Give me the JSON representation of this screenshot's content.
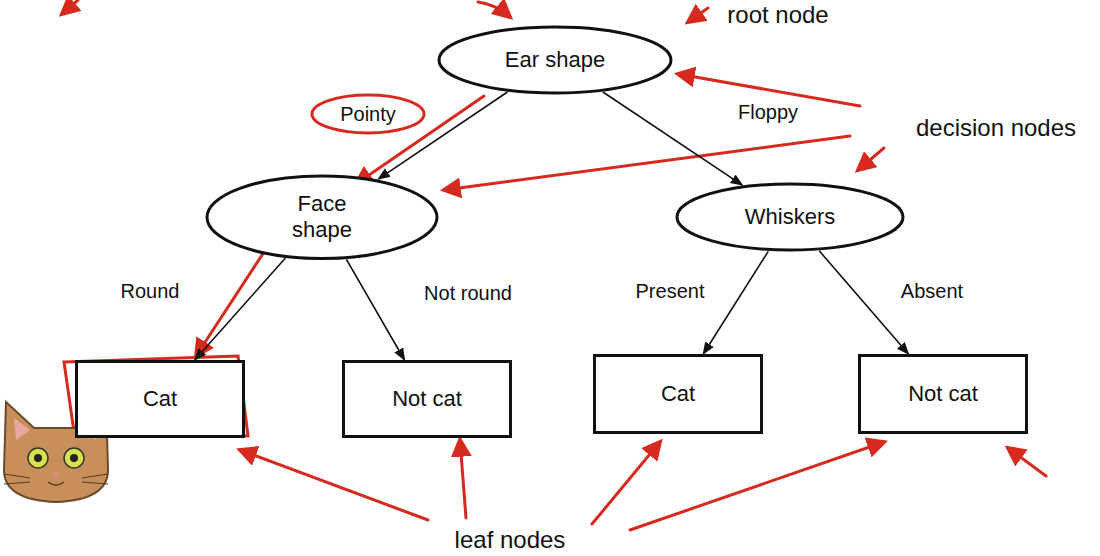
{
  "diagram": {
    "nodes": [
      {
        "text": [
          "Ear shape"
        ]
      },
      {
        "text": [
          "Face shape"
        ]
      },
      {
        "text": [
          "Whiskers"
        ]
      },
      {
        "text": [
          "Cat"
        ]
      },
      {
        "text": [
          "Not cat"
        ]
      },
      {
        "text": [
          "Cat"
        ]
      },
      {
        "text": [
          "Not cat"
        ]
      }
    ],
    "edges": [
      {
        "from": 0,
        "to": 1,
        "arrow": "to",
        "label": "Pointy"
      },
      {
        "from": 0,
        "to": 2,
        "arrow": "to",
        "label": "Floppy"
      },
      {
        "from": 1,
        "to": 3,
        "arrow": "to",
        "label": "Round"
      },
      {
        "from": 1,
        "to": 4,
        "arrow": "to",
        "label": "Not round"
      },
      {
        "from": 2,
        "to": 5,
        "arrow": "to",
        "label": "Present"
      },
      {
        "from": 2,
        "to": 6,
        "arrow": "to",
        "label": "Absent"
      }
    ],
    "labels": [
      "root node",
      "decision nodes",
      "leaf nodes"
    ]
  }
}
